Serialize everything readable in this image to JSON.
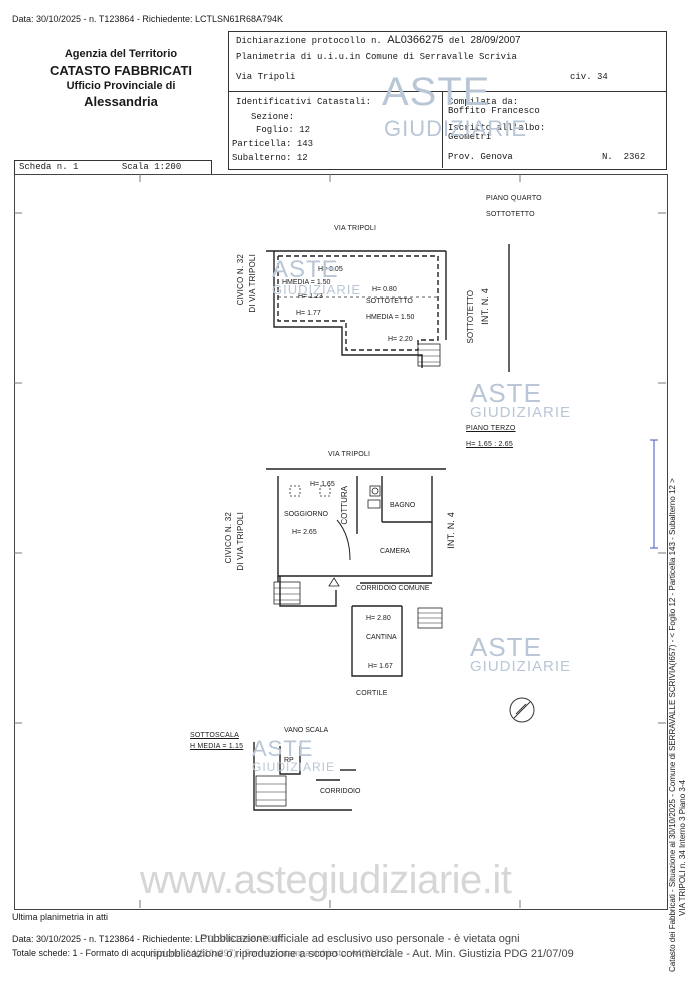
{
  "top_line": "Data: 30/10/2025 - n. T123864 - Richiedente: LCTLSN61R68A794K",
  "agency": {
    "line1": "Agenzia del Territorio",
    "line2": "CATASTO FABBRICATI",
    "line3": "Ufficio Provinciale di",
    "line4": "Alessandria"
  },
  "protocol": {
    "label": "Dichiarazione protocollo n.",
    "number": "AL0366275",
    "del_label": "del",
    "date": "28/09/2007"
  },
  "planimetria": "Planimetria di u.i.u.in Comune di Serravalle Scrivia",
  "address": {
    "street": "Via Tripoli",
    "civ": "civ. 34"
  },
  "identificativi": {
    "title": "Identificativi Catastali:",
    "sezione_label": "Sezione:",
    "foglio_label": "Foglio:",
    "foglio": "12",
    "particella_label": "Particella:",
    "particella": "143",
    "subalterno_label": "Subalterno:",
    "subalterno": "12"
  },
  "compilata": {
    "label": "Compilata da:",
    "name": "Boffito Francesco",
    "iscritto": "Iscritto all'albo:",
    "albo": "Geometri",
    "prov": "Prov. Genova",
    "n_label": "N.",
    "n": "2362"
  },
  "scheda": {
    "scheda": "Scheda n. 1",
    "scala": "Scala 1:200"
  },
  "plan": {
    "piano_quarto": "PIANO QUARTO",
    "sottotetto_title": "SOTTOTETTO",
    "via_tripoli_1": "VIA TRIPOLI",
    "civico_1": "CIVICO N. 32",
    "di_via_1": "DI VIA TRIPOLI",
    "h005": "H= 0.05",
    "hmedia_150a": "HMEDIA = 1.50",
    "h080": "H= 0.80",
    "h123": "H= 1.23",
    "sottotetto_room": "SOTTOTETTO",
    "h177": "H= 1.77",
    "hmedia_150b": "HMEDIA = 1.50",
    "h220": "H= 2.20",
    "sottotetto_side": "SOTTOTETTO",
    "int4_1": "INT. N. 4",
    "piano_terzo": "PIANO TERZO",
    "h_terzo": "H= 1.65 : 2.65",
    "via_tripoli_2": "VIA TRIPOLI",
    "civico_2": "CIVICO N. 32",
    "di_via_2": "DI VIA TRIPOLI",
    "h165": "H= 1.65",
    "cottura": "COTTURA",
    "bagno": "BAGNO",
    "soggiorno": "SOGGIORNO",
    "h265": "H= 2.65",
    "camera": "CAMERA",
    "int4_2": "INT. N. 4",
    "corridoio_comune": "CORRIDOIO COMUNE",
    "h280": "H= 2.80",
    "cantina": "CANTINA",
    "h167": "H= 1.67",
    "cortile": "CORTILE",
    "sottoscala": "SOTTOSCALA",
    "h_media_115": "H MEDIA = 1.15",
    "vano_scala": "VANO SCALA",
    "rp": "RP",
    "corridoio": "CORRIDOIO"
  },
  "watermarks": {
    "aste": "ASTE",
    "giudiziarie": "GIUDIZIARIE",
    "url": "www.astegiudiziarie.it",
    "notice1": "Pubblicazione ufficiale ad esclusivo uso personale - è vietata ogni",
    "notice2": "ripubblicazione o riproduzione a scopo commerciale - Aut. Min. Giustizia PDG 21/07/09"
  },
  "side_text": {
    "line1": "Catasto dei Fabbricati - Situazione al 30/10/2025 - Comune di SERRAVALLE SCRIVIA(I657) - < Foglio 12 - Particella 143 - Subalterno 12 >",
    "line2": "VIA TRIPOLI n. 34  Interno 3 Piano 3-4"
  },
  "footer": {
    "ultima": "Ultima planimetria in atti",
    "data_line": "Data: 30/10/2025 - n. T123864 - Richiedente: LCTLSN61R68A794K",
    "totale": "Totale schede: 1 - Formato di acquisizione: A4(210x297) - Formato stampa richiesto: A4(210x297)"
  }
}
